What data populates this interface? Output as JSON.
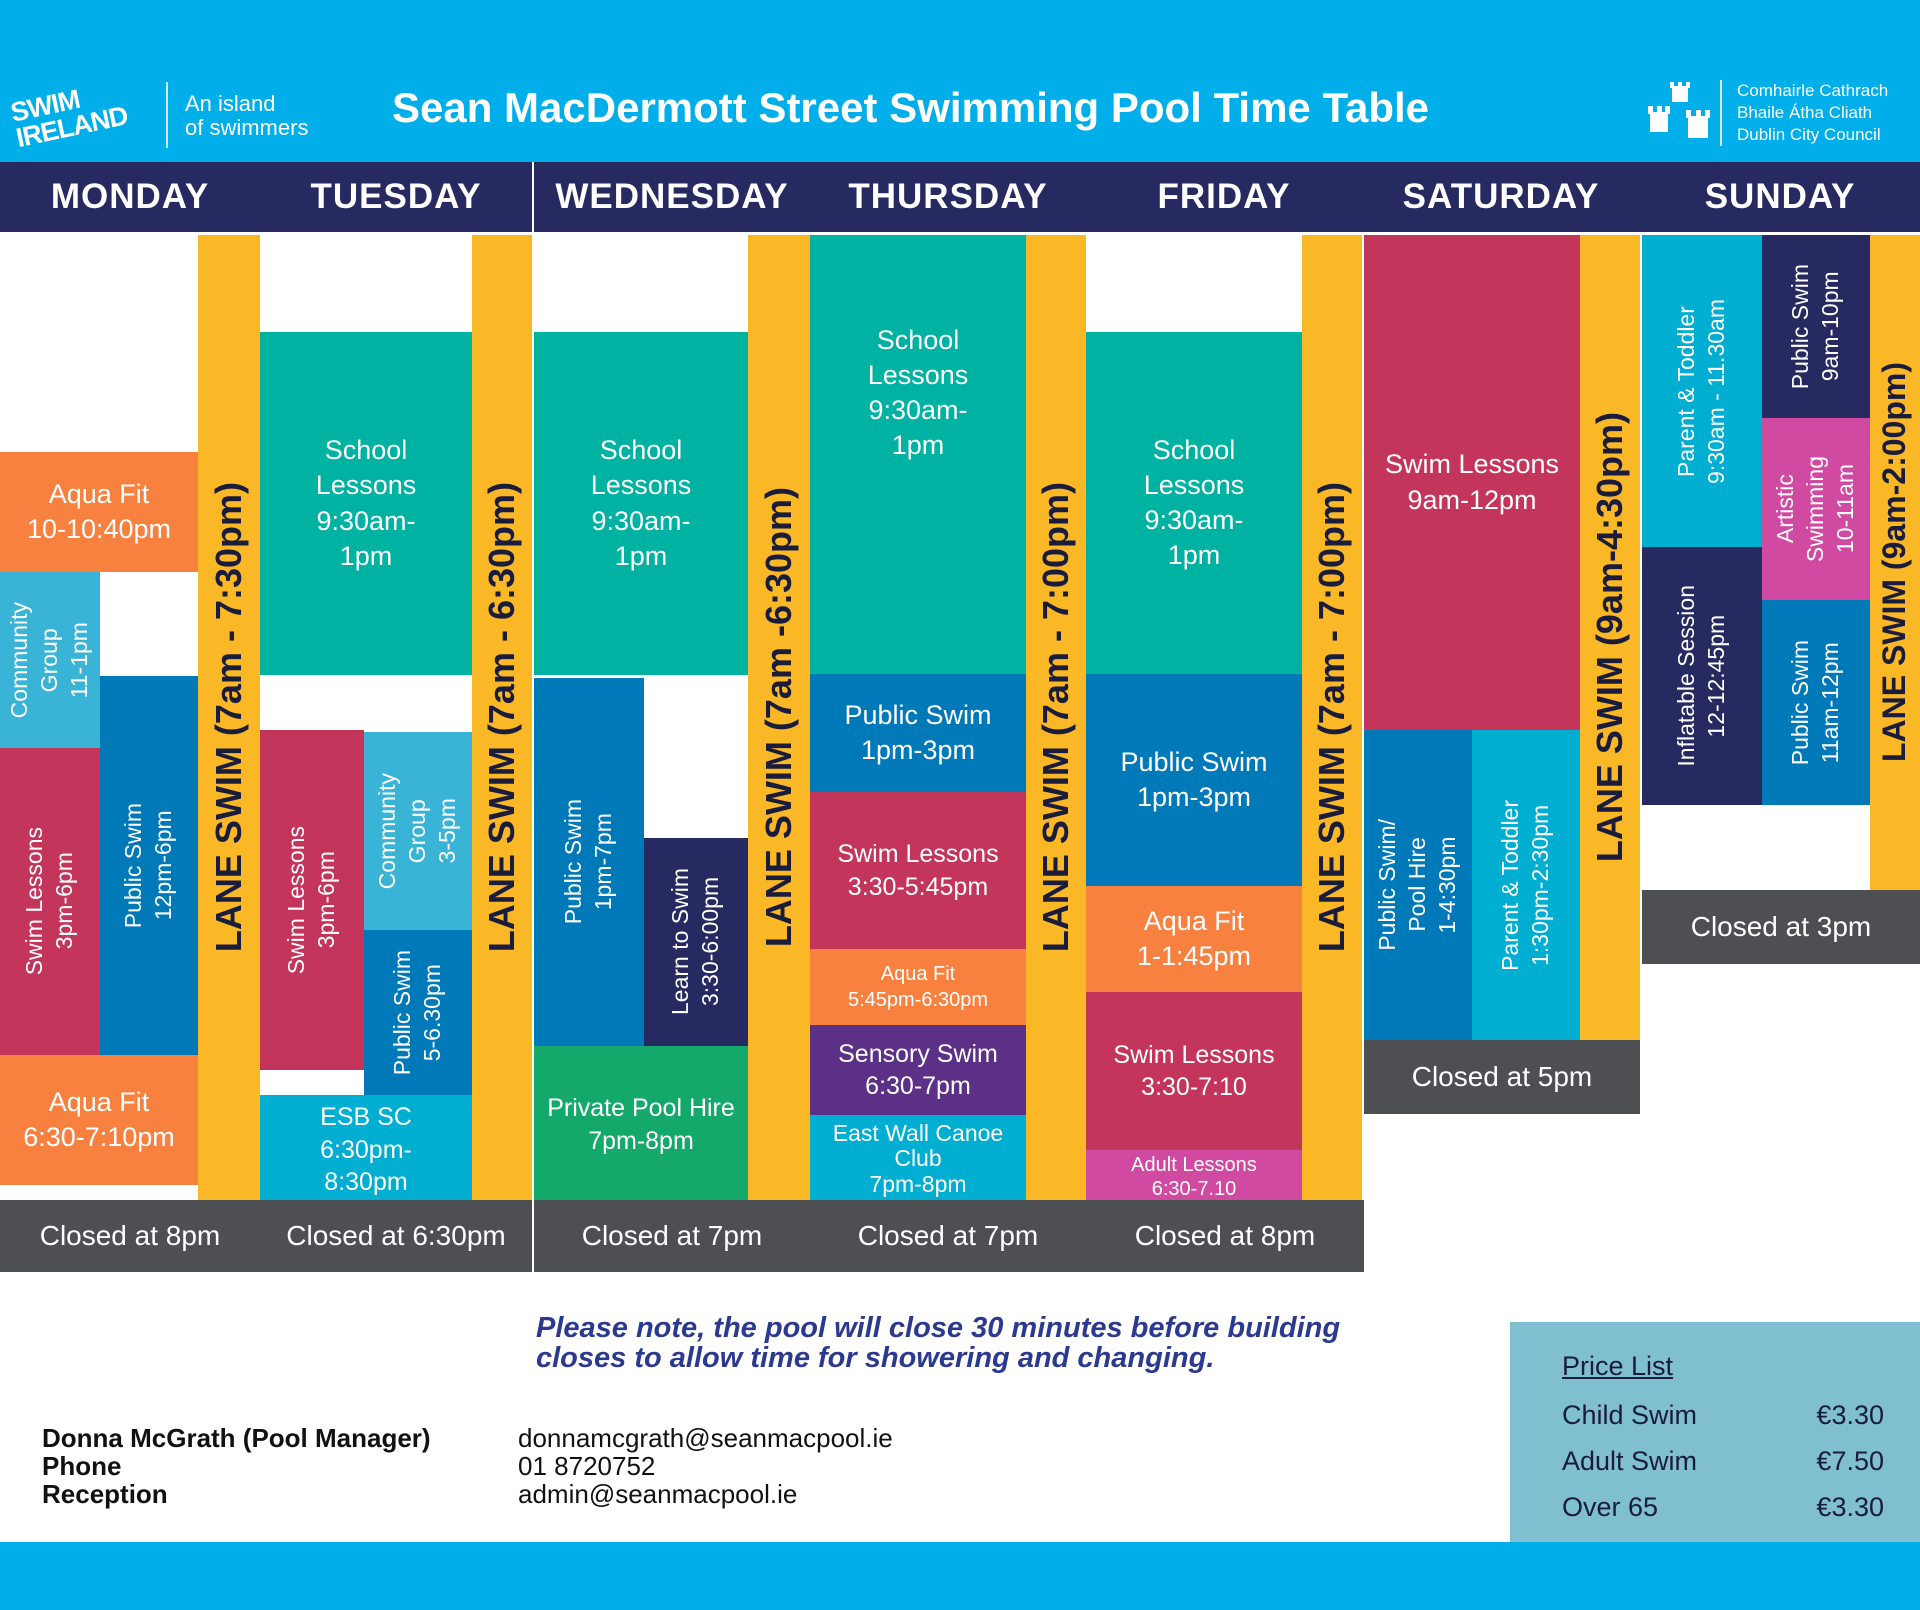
{
  "header": {
    "logo_text": "SWIM IRELAND",
    "tagline": [
      "An island",
      "of swimmers"
    ],
    "title": "Sean MacDermott Street Swimming Pool Time Table",
    "council": [
      "Comhairle Cathrach",
      "Bhaile Átha Cliath",
      "Dublin City Council"
    ]
  },
  "days": [
    "MONDAY",
    "TUESDAY",
    "WEDNESDAY",
    "THURSDAY",
    "FRIDAY",
    "SATURDAY",
    "SUNDAY"
  ],
  "monday": {
    "aqua_am": [
      "Aqua Fit",
      "10-10:40pm"
    ],
    "community": [
      "Community",
      "Group",
      "11-1pm"
    ],
    "swim_lessons": [
      "Swim Lessons",
      "3pm-6pm"
    ],
    "public_swim": [
      "Public Swim",
      "12pm-6pm"
    ],
    "aqua_pm": [
      "Aqua Fit",
      "6:30-7:10pm"
    ],
    "lane": "LANE SWIM (7am - 7:30pm)",
    "closed": "Closed at 8pm"
  },
  "tuesday": {
    "school": [
      "School",
      "Lessons",
      "9:30am-",
      "1pm"
    ],
    "swim_lessons": [
      "Swim Lessons",
      "3pm-6pm"
    ],
    "community": [
      "Community",
      "Group",
      "3-5pm"
    ],
    "public_swim": [
      "Public Swim",
      "5-6.30pm"
    ],
    "esb": [
      "ESB SC",
      "6:30pm-",
      "8:30pm"
    ],
    "lane": "LANE SWIM (7am - 6:30pm)",
    "closed": "Closed at 6:30pm"
  },
  "wednesday": {
    "school": [
      "School",
      "Lessons",
      "9:30am-",
      "1pm"
    ],
    "public_swim": [
      "Public Swim",
      "1pm-7pm"
    ],
    "learn": [
      "Learn to Swim",
      "3:30-6:00pm"
    ],
    "private": [
      "Private Pool Hire",
      "7pm-8pm"
    ],
    "lane": "LANE SWIM (7am -6:30pm)",
    "closed": "Closed at 7pm"
  },
  "thursday": {
    "school": [
      "School",
      "Lessons",
      "9:30am-",
      "1pm"
    ],
    "public_swim": [
      "Public Swim",
      "1pm-3pm"
    ],
    "swim_lessons": [
      "Swim Lessons",
      "3:30-5:45pm"
    ],
    "aqua": [
      "Aqua Fit",
      "5:45pm-6:30pm"
    ],
    "sensory": [
      "Sensory Swim",
      "6:30-7pm"
    ],
    "canoe": [
      "East Wall Canoe",
      "Club",
      "7pm-8pm"
    ],
    "lane": "LANE SWIM (7am - 7:00pm)",
    "closed": "Closed at 7pm"
  },
  "friday": {
    "school": [
      "School",
      "Lessons",
      "9:30am-",
      "1pm"
    ],
    "public_swim": [
      "Public Swim",
      "1pm-3pm"
    ],
    "aqua": [
      "Aqua Fit",
      "1-1:45pm"
    ],
    "swim_lessons": [
      "Swim Lessons",
      "3:30-7:10"
    ],
    "adult": [
      "Adult Lessons",
      "6:30-7.10"
    ],
    "lane": "LANE SWIM (7am - 7:00pm)",
    "closed": "Closed at 8pm"
  },
  "saturday": {
    "swim_lessons": [
      "Swim Lessons",
      "9am-12pm"
    ],
    "pool_hire": [
      "Public Swim/",
      "Pool Hire",
      "1-4:30pm"
    ],
    "parent": [
      "Parent & Toddler",
      "1:30pm-2:30pm"
    ],
    "lane": "LANE SWIM (9am-4:30pm)",
    "closed": "Closed at 5pm"
  },
  "sunday": {
    "parent": [
      "Parent & Toddler",
      "9:30am - 11.30am"
    ],
    "inflatable": [
      "Inflatable Session",
      "12-12:45pm"
    ],
    "public_am": [
      "Public Swim",
      "9am-10pm"
    ],
    "artistic": [
      "Artistic",
      "Swimming",
      "10-11am"
    ],
    "public_late": [
      "Public Swim",
      "11am-12pm"
    ],
    "lane": "LANE SWIM (9am-2:00pm)",
    "closed": "Closed at 3pm"
  },
  "note": [
    "Please note, the pool will close 30 minutes before building",
    "closes to allow time for showering and changing."
  ],
  "contacts": [
    {
      "label": "Donna McGrath (Pool Manager)",
      "value": "donnamcgrath@seanmacpool.ie"
    },
    {
      "label": "Phone",
      "value": "01 8720752"
    },
    {
      "label": "Reception",
      "value": "admin@seanmacpool.ie"
    }
  ],
  "prices": {
    "title": "Price List",
    "items": [
      {
        "name": "Child Swim",
        "price": "€3.30"
      },
      {
        "name": "Adult Swim",
        "price": "€7.50"
      },
      {
        "name": "Over 65",
        "price": "€3.30"
      }
    ]
  },
  "colors": {
    "header_blue": "#00aee9",
    "day_bar": "#262a60",
    "lane_yellow": "#fbb826",
    "closed_grey": "#4d4f53",
    "note_text": "#2b3990",
    "price_box": "#80bfcf"
  }
}
